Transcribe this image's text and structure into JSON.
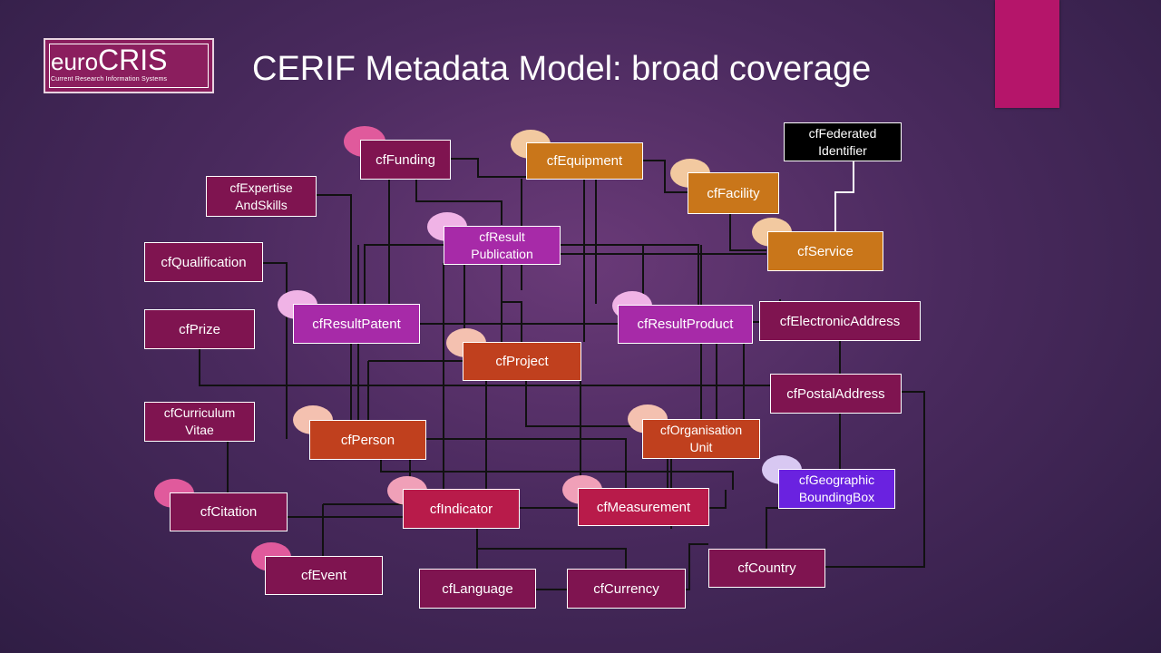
{
  "title": "CERIF Metadata Model: broad coverage",
  "logo": {
    "word_small": "euro",
    "word_big": "CRIS",
    "subtitle": "Current Research Information Systems"
  },
  "colors": {
    "maroon": "#7f1450",
    "crimson": "#b81b4a",
    "orange": "#c9761a",
    "rust": "#c0401e",
    "magenta": "#a72aa8",
    "violet": "#6a22e0",
    "black": "#000000",
    "accent_bar": "#b5156a"
  },
  "entities": {
    "funding": "cfFunding",
    "equipment": "cfEquipment",
    "federated": "cfFederated\nIdentifier",
    "expertise": "cfExpertise\nAndSkills",
    "facility": "cfFacility",
    "result_pub": "cfResult\nPublication",
    "service": "cfService",
    "qualification": "cfQualification",
    "result_patent": "cfResultPatent",
    "result_product": "cfResultProduct",
    "electronic": "cfElectronicAddress",
    "prize": "cfPrize",
    "project": "cfProject",
    "postal": "cfPostalAddress",
    "cv": "cfCurriculum\nVitae",
    "person": "cfPerson",
    "org": "cfOrganisation\nUnit",
    "geo": "cfGeographic\nBoundingBox",
    "citation": "cfCitation",
    "indicator": "cfIndicator",
    "measurement": "cfMeasurement",
    "event": "cfEvent",
    "language": "cfLanguage",
    "currency": "cfCurrency",
    "country": "cfCountry"
  }
}
